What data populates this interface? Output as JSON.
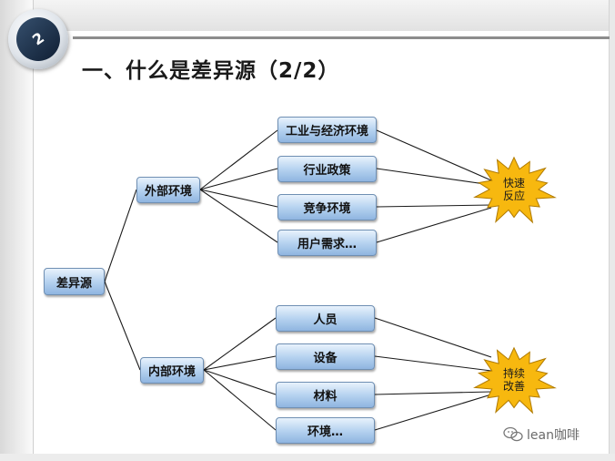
{
  "title": "一、什么是差异源（2/2）",
  "logo_text": "2",
  "root": "差异源",
  "branches": [
    {
      "label": "外部环境",
      "items": [
        "工业与经济环境",
        "行业政策",
        "竞争环境",
        "用户需求…"
      ],
      "outcome": [
        "快速",
        "反应"
      ]
    },
    {
      "label": "内部环境",
      "items": [
        "人员",
        "设备",
        "材料",
        "环境…"
      ],
      "outcome": [
        "持续",
        "改善"
      ]
    }
  ],
  "colors": {
    "node_fill": "#b7d3f0",
    "node_border": "#6f8fb3",
    "burst": "#f7b80f",
    "line": "#1a1a1a"
  },
  "watermark": "lean咖啡",
  "watermark_icon": "wechat-icon"
}
